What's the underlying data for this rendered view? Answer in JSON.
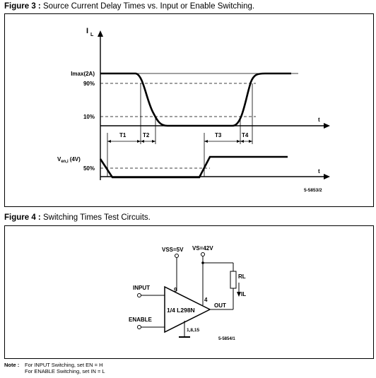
{
  "figure3": {
    "label": "Figure 3 :",
    "title": "Source Current Delay Times vs. Input or Enable Switching.",
    "axis_y": "I",
    "axis_y_sub": "L",
    "axis_t": "t",
    "imax": "Imax(2A)",
    "pct90": "90%",
    "pct10": "10%",
    "ven_main": "V",
    "ven_sub": "en,i",
    "ven_val": "(4V)",
    "pct50": "50%",
    "t1": "T1",
    "t2": "T2",
    "t3": "T3",
    "t4": "T4",
    "ref": "5-5853/2"
  },
  "figure4": {
    "label": "Figure 4 :",
    "title": "Switching Times Test Circuits.",
    "vss": "VSS=5V",
    "vs": "VS=42V",
    "rl": "RL",
    "il": "IL",
    "input": "INPUT",
    "enable": "ENABLE",
    "chip": "1/4 L298N",
    "pin9": "9",
    "pin4": "4",
    "out": "OUT",
    "gnd_pins": "1,8,15",
    "ref": "5-5854/1"
  },
  "note": {
    "label": "Note :",
    "line1": "For INPUT Switching, set EN = H",
    "line2": "For ENABLE Switching, set IN = L"
  }
}
